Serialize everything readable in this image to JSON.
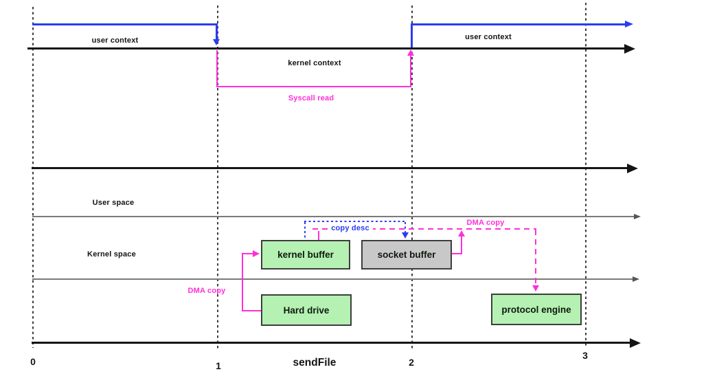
{
  "context_band": {
    "user_context_left": "user context",
    "kernel_context": "kernel context",
    "syscall_read": "Syscall read",
    "user_context_right": "user context"
  },
  "spaces": {
    "user_space": "User space",
    "kernel_space": "Kernel space"
  },
  "boxes": {
    "kernel_buffer": "kernel buffer",
    "socket_buffer": "socket buffer",
    "hard_drive": "Hard drive",
    "protocol_engine": "protocol engine"
  },
  "flows": {
    "dma_copy_left": "DMA copy",
    "copy_desc": "copy desc",
    "dma_copy_right": "DMA copy"
  },
  "axis": {
    "ticks": [
      "0",
      "1",
      "2",
      "3"
    ],
    "label": "sendFile"
  },
  "colors": {
    "context_line_blue": "#2b3cf0",
    "syscall_magenta": "#ff2fd8",
    "buffer_green": "#b4f1b2",
    "buffer_gray": "#c8c8c8",
    "timeline_black": "#141414"
  }
}
